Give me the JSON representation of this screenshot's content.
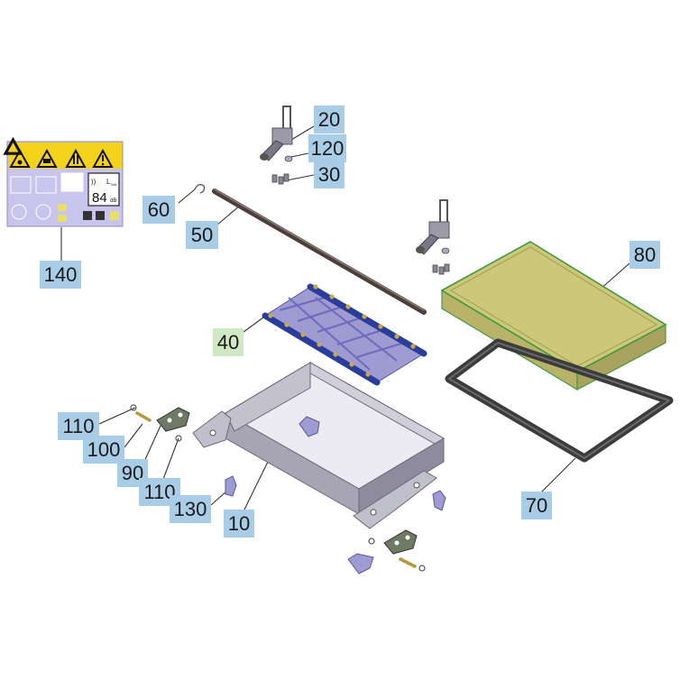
{
  "callouts": {
    "c20": "20",
    "c120": "120",
    "c30": "30",
    "c60": "60",
    "c50": "50",
    "c140": "140",
    "c80": "80",
    "c40": "40",
    "c110a": "110",
    "c100": "100",
    "c90": "90",
    "c110b": "110",
    "c130": "130",
    "c10": "10",
    "c70": "70"
  },
  "label_140": {
    "decibel_value": "84",
    "decibel_unit": "dB",
    "level_symbol": "L",
    "level_subscript": "WA"
  },
  "colors": {
    "callout_bg": "#a9cde6",
    "callout_highlight_bg": "#cfe9c4",
    "label_bg": "#c8c4ee",
    "warning_yellow": "#f2d21a",
    "tray_fill": "#cdc77a",
    "tray_edge": "#3f9a3f",
    "frame_fill": "#b3b1bf",
    "gasket": "#3b3b3b",
    "rail_blue": "#2a3d9a"
  }
}
